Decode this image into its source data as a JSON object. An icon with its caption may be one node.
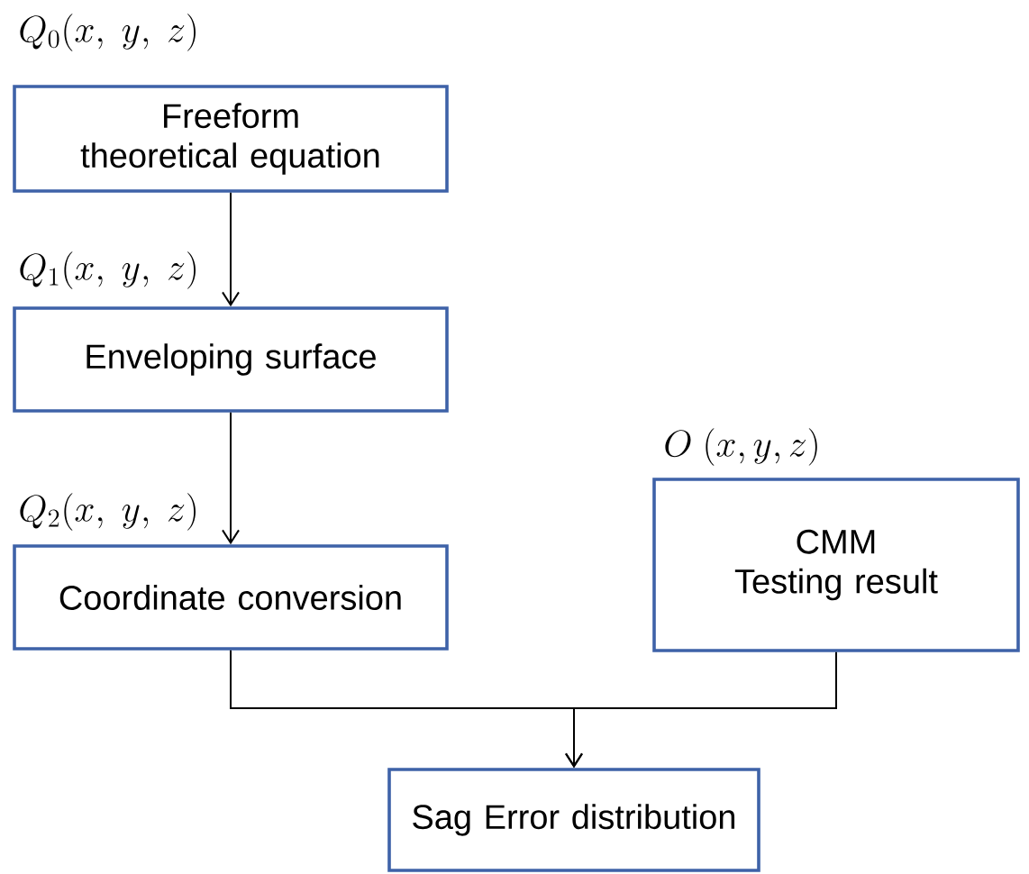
{
  "diagram": {
    "nodes": [
      {
        "text": [
          "Freeform theoretical equation"
        ]
      },
      {
        "text": [
          "Enveloping surface"
        ]
      },
      {
        "text": [
          "Coordinate conversion"
        ]
      },
      {
        "text": [
          "CMM",
          "Testing result"
        ]
      },
      {
        "text": [
          "Sag Error distribution"
        ]
      }
    ],
    "edges": [
      {
        "from": 0,
        "to": 1,
        "arrow": "to"
      },
      {
        "from": 1,
        "to": 2,
        "arrow": "to"
      },
      {
        "from": 2,
        "to": 4,
        "arrow": "to"
      },
      {
        "from": 3,
        "to": 4,
        "arrow": "to"
      }
    ],
    "labels": [
      "Q_0(x,\\ y,\\ z)",
      "Q_1(x,\\ y,\\ z)",
      "Q_2(x,\\ y,\\ z)",
      "O\\ (x,y,z)"
    ]
  }
}
